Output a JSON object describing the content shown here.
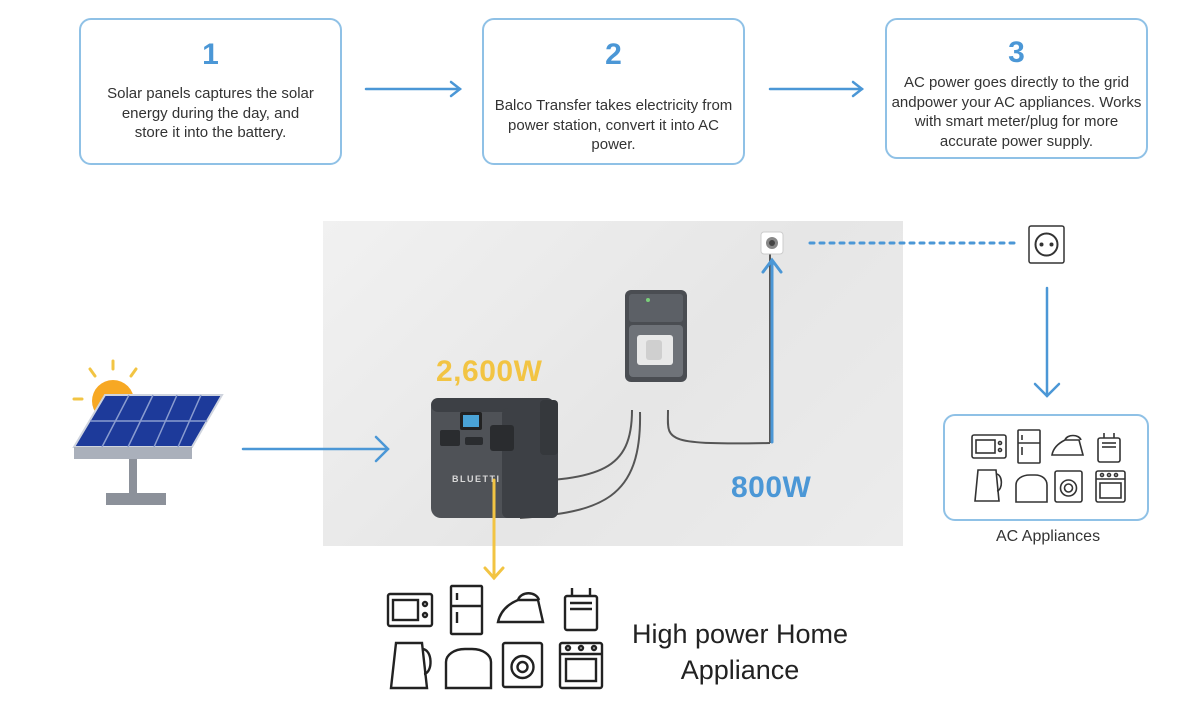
{
  "steps": [
    {
      "number": "1",
      "text": "Solar panels captures the solar energy during the day, and store it into the battery."
    },
    {
      "number": "2",
      "text": "Balco Transfer takes electricity from power station, convert it into AC power."
    },
    {
      "number": "3",
      "text": "AC power goes directly to the grid andpower your AC appliances. Works with smart meter/plug for more accurate power supply."
    }
  ],
  "power_station": {
    "output_watts": "2,600W",
    "brand": "BLUETTI"
  },
  "transfer": {
    "output_watts": "800W"
  },
  "ac_appliances": {
    "label": "AC Appliances"
  },
  "home_appliances": {
    "line1": "High power Home",
    "line2": "Appliance"
  },
  "colors": {
    "accent_blue": "#4b97d6",
    "box_border": "#8fc1e6",
    "accent_yellow": "#f2c443"
  }
}
